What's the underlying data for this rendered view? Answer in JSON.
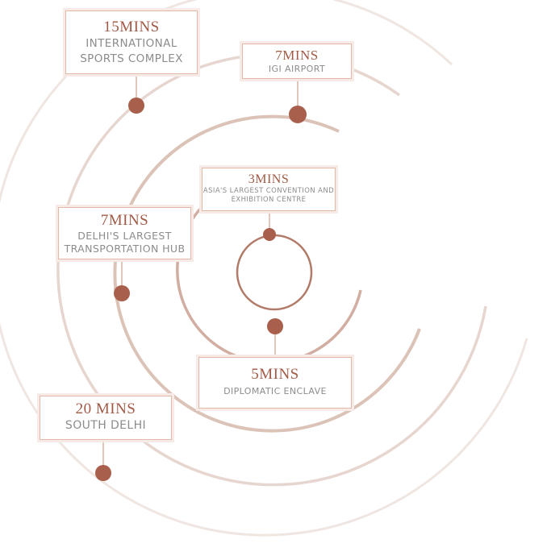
{
  "colors": {
    "accent": "#a15a46",
    "dot": "#a8604c",
    "ring_light": "#ece0da",
    "ring_mid": "#dcc4b9",
    "ring_dark": "#c9a294",
    "card_border": "#e3b9a6",
    "text_muted": "#8c8c8c"
  },
  "locations": [
    {
      "id": "sports",
      "time": "15MINS",
      "place": "INTERNATIONAL SPORTS COMPLEX"
    },
    {
      "id": "igi",
      "time": "7MINS",
      "place": "IGI AIRPORT"
    },
    {
      "id": "convention",
      "time": "3MINS",
      "place": "ASIA'S LARGEST CONVENTION AND EXHIBITION CENTRE"
    },
    {
      "id": "transport",
      "time": "7MINS",
      "place": "DELHI'S LARGEST TRANSPORTATION HUB"
    },
    {
      "id": "diplomatic",
      "time": "5MINS",
      "place": "DIPLOMATIC ENCLAVE"
    },
    {
      "id": "south",
      "time": "20 MINS",
      "place": "SOUTH DELHI"
    }
  ]
}
